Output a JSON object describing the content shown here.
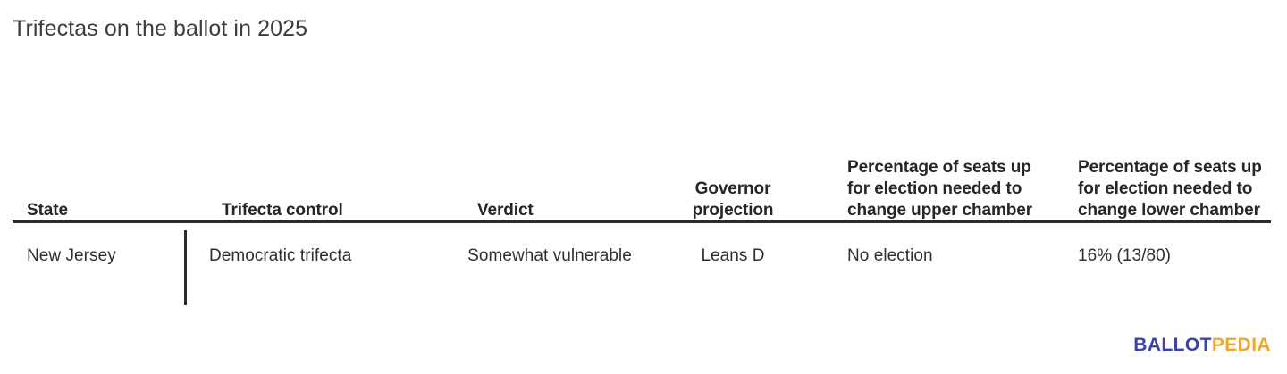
{
  "page": {
    "title": "Trifectas on the ballot in 2025"
  },
  "table": {
    "columns": [
      {
        "key": "state",
        "label": "State"
      },
      {
        "key": "trifecta",
        "label": "Trifecta control"
      },
      {
        "key": "verdict",
        "label": "Verdict"
      },
      {
        "key": "governor",
        "label": "Governor projection"
      },
      {
        "key": "upper",
        "label": "Percentage of seats up for election needed to change upper chamber"
      },
      {
        "key": "lower",
        "label": "Percentage of seats up for election needed to change lower chamber"
      }
    ],
    "rows": [
      {
        "state": "New Jersey",
        "trifecta": "Democratic trifecta",
        "verdict": "Somewhat vulnerable",
        "governor": "Leans D",
        "upper": "No election",
        "lower": "16% (13/80)"
      }
    ]
  },
  "logo": {
    "part1": "BALLOT",
    "part2": "PEDIA",
    "color1": "#3a43a8",
    "color2": "#eda730"
  },
  "colors": {
    "title_text": "#3c3c3c",
    "header_text": "#262626",
    "body_text": "#2f2f2f",
    "rule": "#2b2b2b",
    "background": "#ffffff"
  }
}
